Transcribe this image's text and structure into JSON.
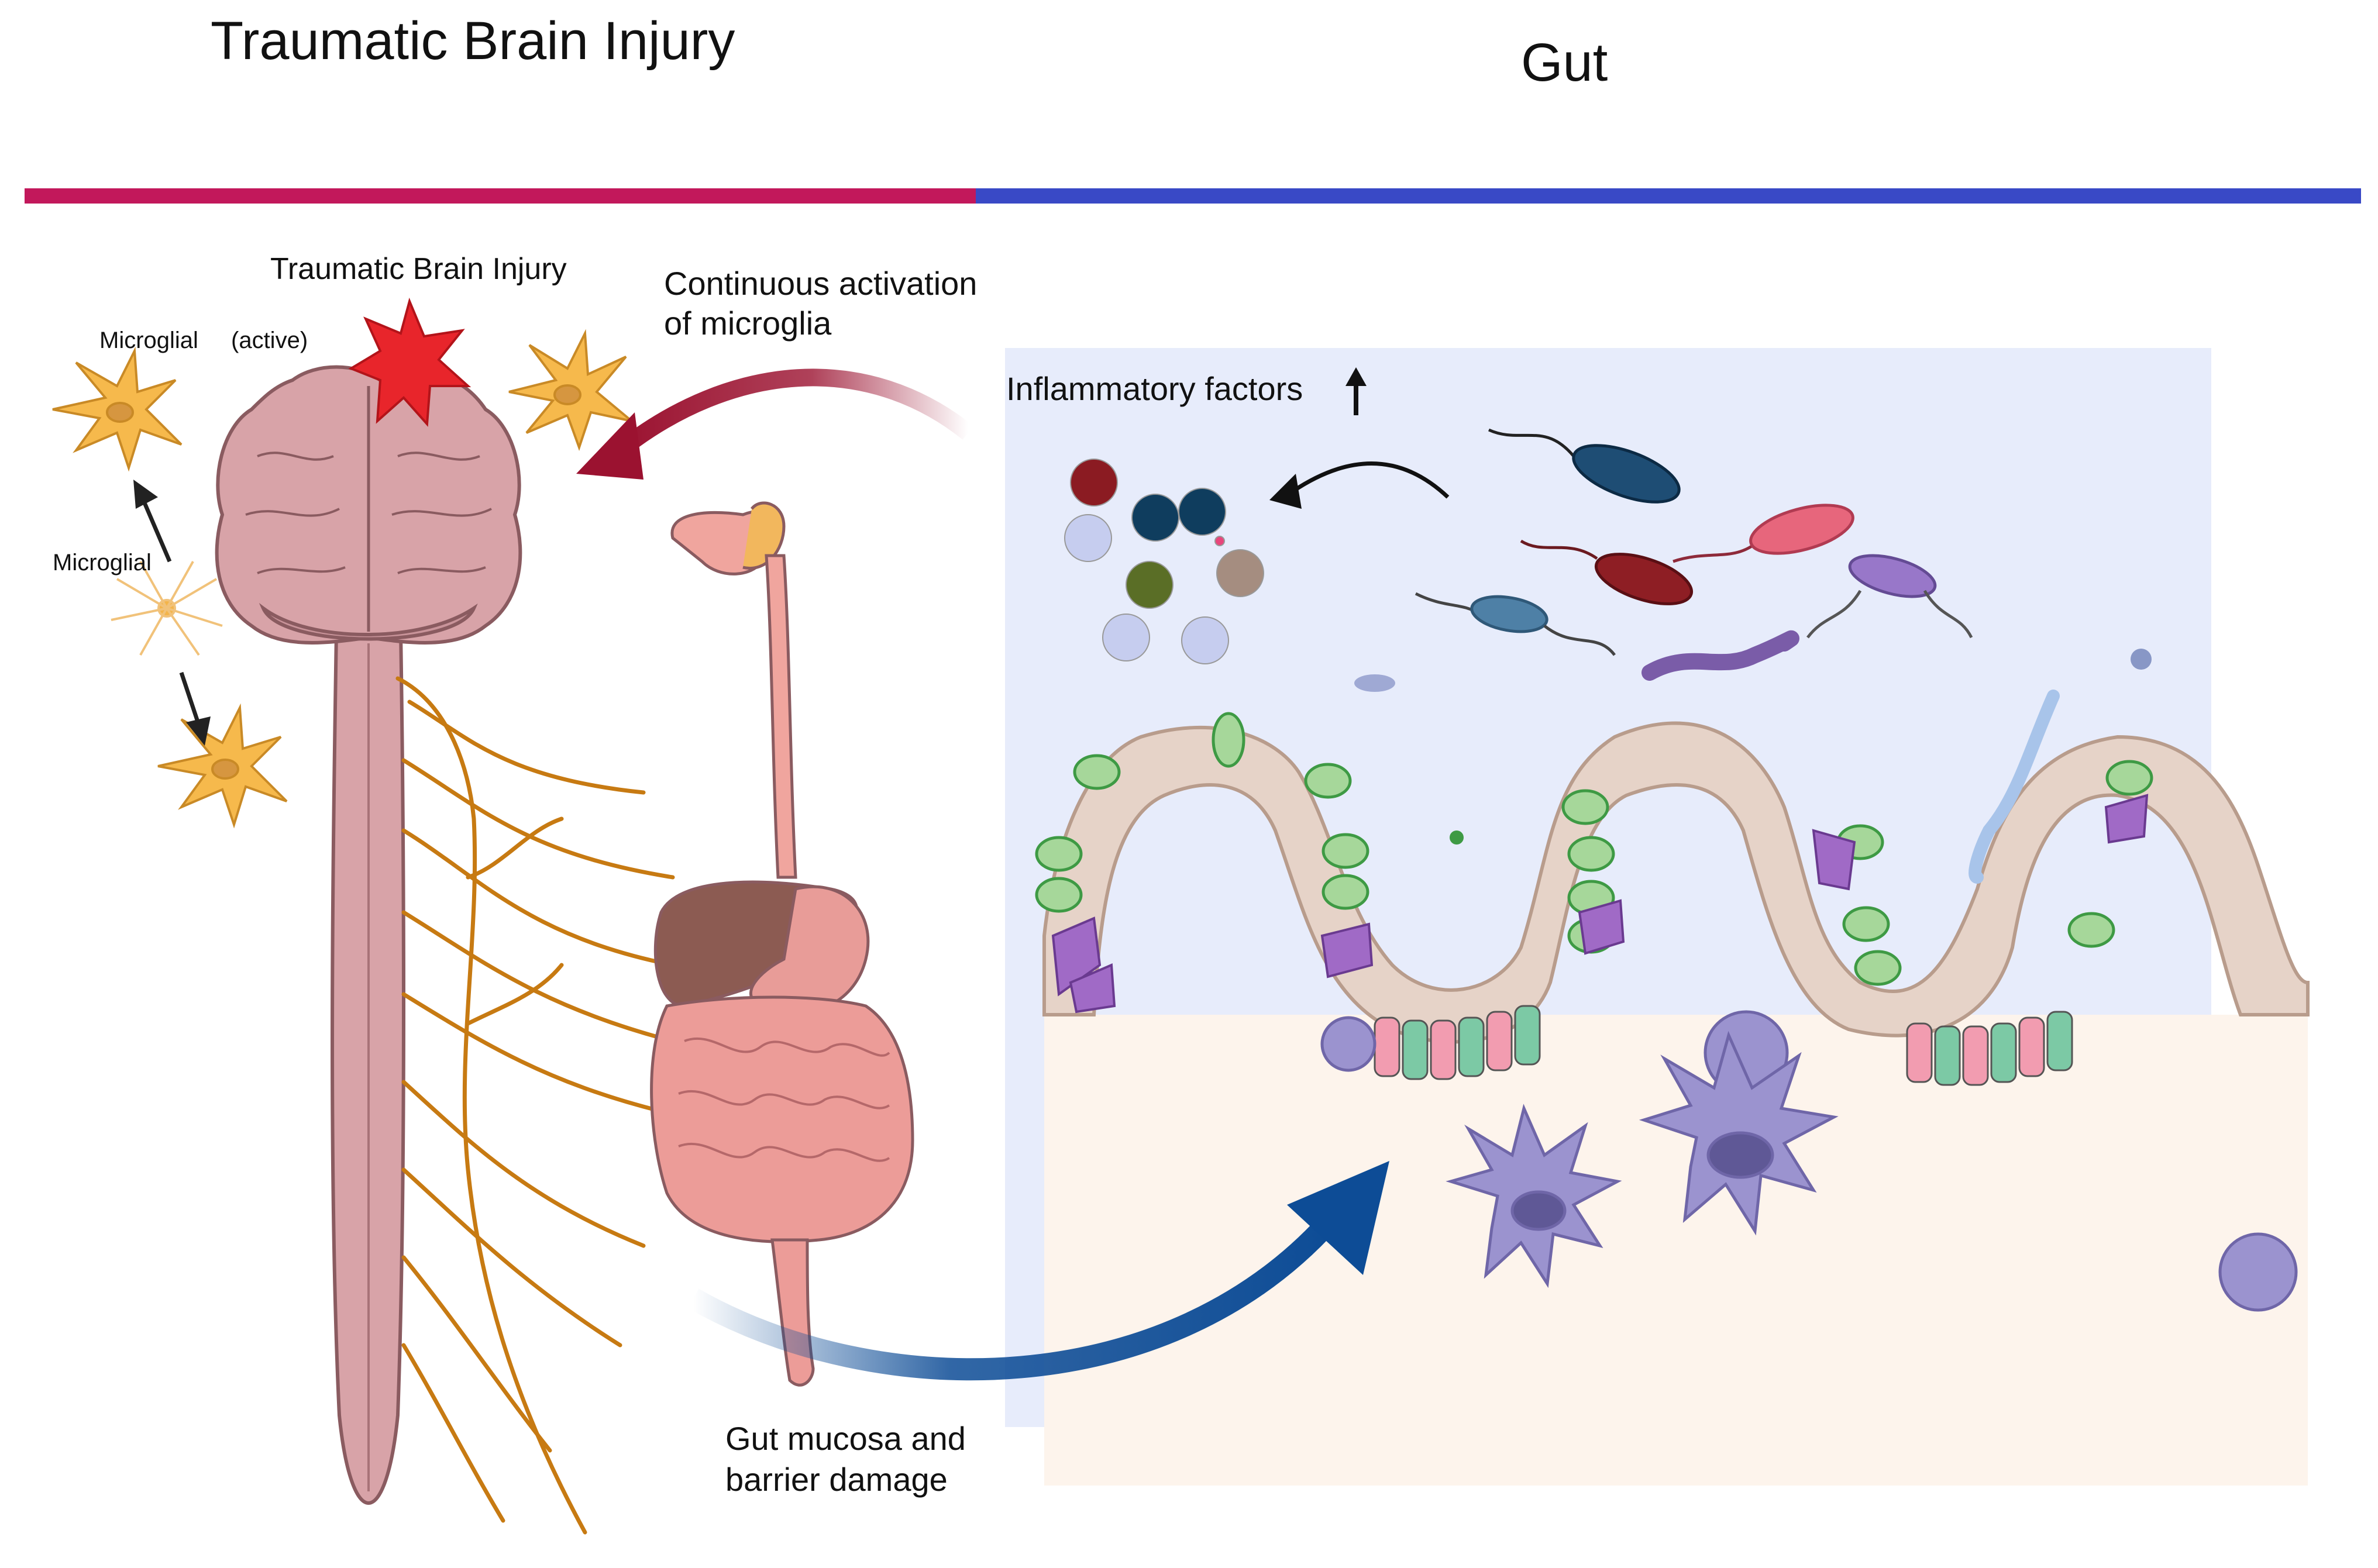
{
  "header": {
    "left_title": "Traumatic Brain Injury",
    "right_title": "Gut",
    "left_bar_color": "#c2185b",
    "right_bar_color": "#3949c6"
  },
  "labels": {
    "tbi": "Traumatic Brain Injury",
    "microglial_active": "Microglial",
    "active": "(active)",
    "microglial": "Microglial",
    "continuous_line1": "Continuous activation",
    "continuous_line2": "of microglia",
    "inflammatory": "Inflammatory factors",
    "gut_damage_line1": "Gut mucosa and",
    "gut_damage_line2": "barrier damage"
  },
  "colors": {
    "brain": "#d8a3a8",
    "nerve": "#c77a12",
    "microglia": "#f6b94c",
    "arrow_to_brain": "#9b1230",
    "arrow_to_gut": "#0d4c96",
    "lumen": "#e7ecfb",
    "tissue": "#fdf4ec",
    "epithelium": "#e6d3c8"
  }
}
